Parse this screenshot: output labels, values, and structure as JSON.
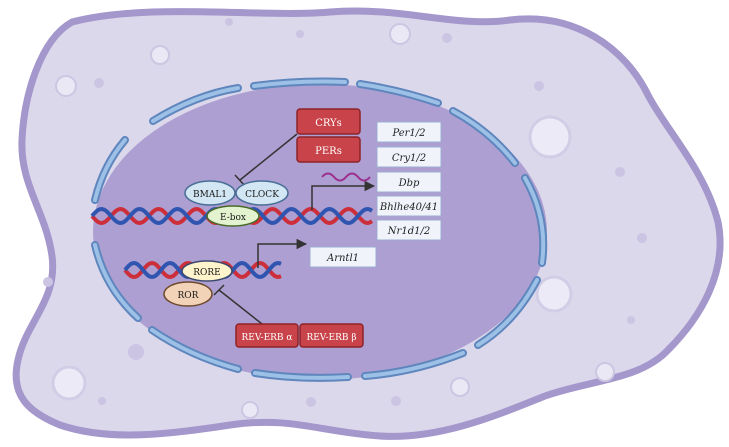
{
  "colors": {
    "cytoplasm_fill": "#dcd8ec",
    "cell_border": "#a397cc",
    "nucleus_fill": "#ad9fd1",
    "nuclear_envelope": "#8fb4dc",
    "repressor_box": "#c8444a",
    "strand_red": "#cc2f3a",
    "strand_blue": "#2f55b0",
    "gene_box_border": "#9aaed0",
    "gene_box_fill": "#f1f3fb"
  },
  "repressors_top": [
    "CRYs",
    "PERs"
  ],
  "activators": {
    "bmal1": "BMAL1",
    "clock": "CLOCK"
  },
  "ebox": "E-box",
  "rore": "RORE",
  "ror": "ROR",
  "repressors_bottom": [
    "REV-ERB α",
    "REV-ERB β"
  ],
  "target_genes": [
    "Per1/2",
    "Cry1/2",
    "Dbp",
    "Bhlhe40/41",
    "Nr1d1/2"
  ],
  "target_gene_rore": "Arntl1",
  "icons": [
    "mrna-wave-icon",
    "activation-arrow-icon",
    "inhibition-tbar-icon"
  ]
}
